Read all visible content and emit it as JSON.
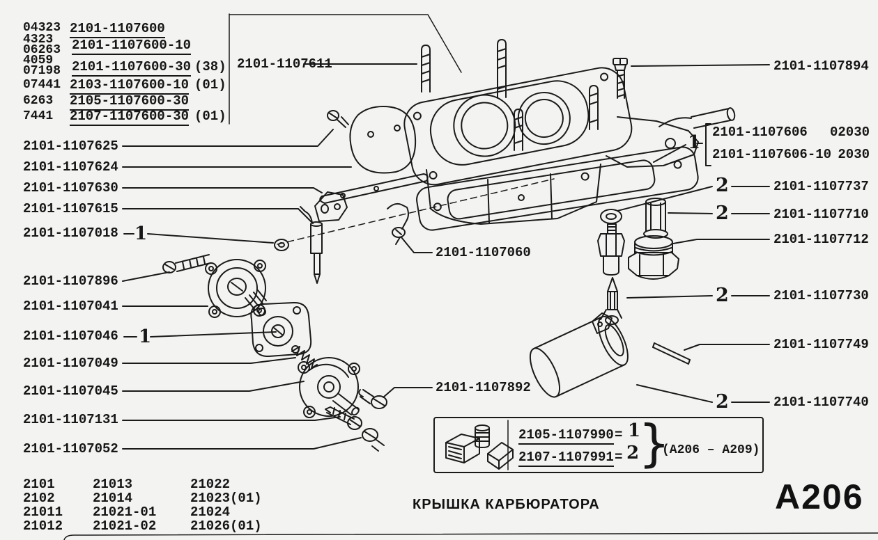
{
  "page": {
    "code": "A206",
    "title": "КРЫШКА КАРБЮРАТОРА"
  },
  "assembly_list": {
    "rows": [
      {
        "prefix": "04323",
        "number": "2101-1107600",
        "note": ""
      },
      {
        "prefix": "4323\n06263",
        "number": "2101-1107600-10",
        "note": ""
      },
      {
        "prefix": "4059\n07198",
        "number": "2101-1107600-30",
        "note": "(38)"
      },
      {
        "prefix": "07441",
        "number": "2103-1107600-10",
        "note": "(01)"
      },
      {
        "prefix": "6263",
        "number": "2105-1107600-30",
        "note": ""
      },
      {
        "prefix": "7441",
        "number": "2107-1107600-30",
        "note": "(01)"
      }
    ]
  },
  "left_labels": [
    "2101-1107625",
    "2101-1107624",
    "2101-1107630",
    "2101-1107615",
    "2101-1107018",
    "2101-1107896",
    "2101-1107041",
    "2101-1107046",
    "2101-1107049",
    "2101-1107045",
    "2101-1107131",
    "2101-1107052"
  ],
  "center_labels": {
    "stud": "2101-1107611",
    "choke_rod": "2101-1107060",
    "pump_screw": "2101-1107892"
  },
  "right_labels": [
    "2101-1107894",
    "2101-1107737",
    "2101-1107710",
    "2101-1107712",
    "2101-1107730",
    "2101-1107749",
    "2101-1107740"
  ],
  "group_1107606": {
    "marker": "1",
    "rows": [
      {
        "number": "2101-1107606",
        "code": "02030"
      },
      {
        "number": "2101-1107606-10",
        "code": "2030"
      }
    ]
  },
  "markers": {
    "one": "1",
    "two": "2"
  },
  "legend": {
    "rows": [
      {
        "number": "2105-1107990",
        "equals": "=",
        "marker": "1"
      },
      {
        "number": "2107-1107991",
        "equals": "=",
        "marker": "2"
      }
    ],
    "range": "(A206 – A209)"
  },
  "models": {
    "rows": [
      [
        "2101",
        "21013",
        "21022"
      ],
      [
        "2102",
        "21014",
        "21023(01)"
      ],
      [
        "21011",
        "21021-01",
        "21024"
      ],
      [
        "21012",
        "21021-02",
        "21026(01)"
      ]
    ]
  }
}
